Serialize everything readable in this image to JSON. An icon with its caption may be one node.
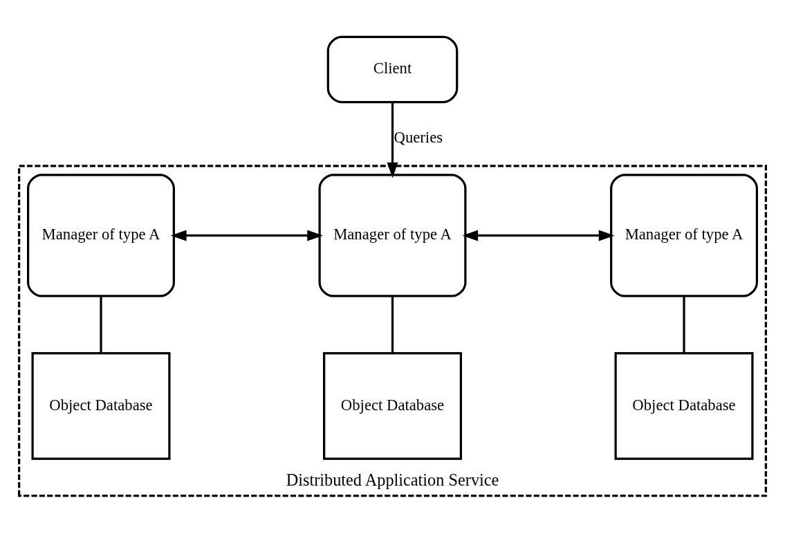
{
  "diagram": {
    "nodes": [
      {
        "text": [
          "Distributed Application Service"
        ]
      },
      {
        "text": [
          "Client"
        ]
      },
      {
        "text": [
          "Manager of type A"
        ],
        "in": 0
      },
      {
        "text": [
          "Manager of type A"
        ],
        "in": 0
      },
      {
        "text": [
          "Manager of type A"
        ],
        "in": 0
      },
      {
        "text": [
          "Object Database"
        ],
        "in": 0
      },
      {
        "text": [
          "Object Database"
        ],
        "in": 0
      },
      {
        "text": [
          "Object Database"
        ],
        "in": 0
      }
    ],
    "edges": [
      {
        "from": 1,
        "to": 3,
        "label": "Queries",
        "arrow": "to"
      },
      {
        "from": 2,
        "to": 3,
        "arrow": "both"
      },
      {
        "from": 3,
        "to": 4,
        "arrow": "both"
      },
      {
        "from": 2,
        "to": 5,
        "arrow": "none"
      },
      {
        "from": 3,
        "to": 6,
        "arrow": "none"
      },
      {
        "from": 4,
        "to": 7,
        "arrow": "none"
      }
    ]
  }
}
